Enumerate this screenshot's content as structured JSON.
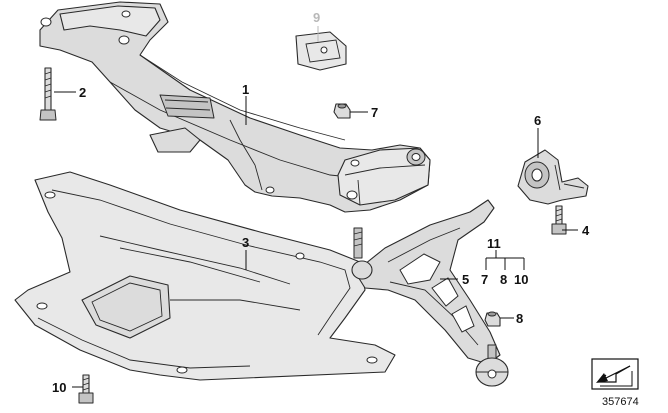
{
  "callouts": {
    "c1": "1",
    "c2": "2",
    "c3": "3",
    "c4": "4",
    "c5": "5",
    "c6": "6",
    "c7": "7",
    "c8": "8",
    "c9": "9",
    "c10": "10",
    "c11": "11",
    "g7": "7",
    "g8": "8",
    "g10": "10"
  },
  "reference_number": "357674",
  "colors": {
    "ink": "#111111",
    "part_fill": "#dcdcdc",
    "ghost_callout": "#b8b8b8"
  },
  "icons": {
    "view_indicator": "arrow-box-icon"
  }
}
